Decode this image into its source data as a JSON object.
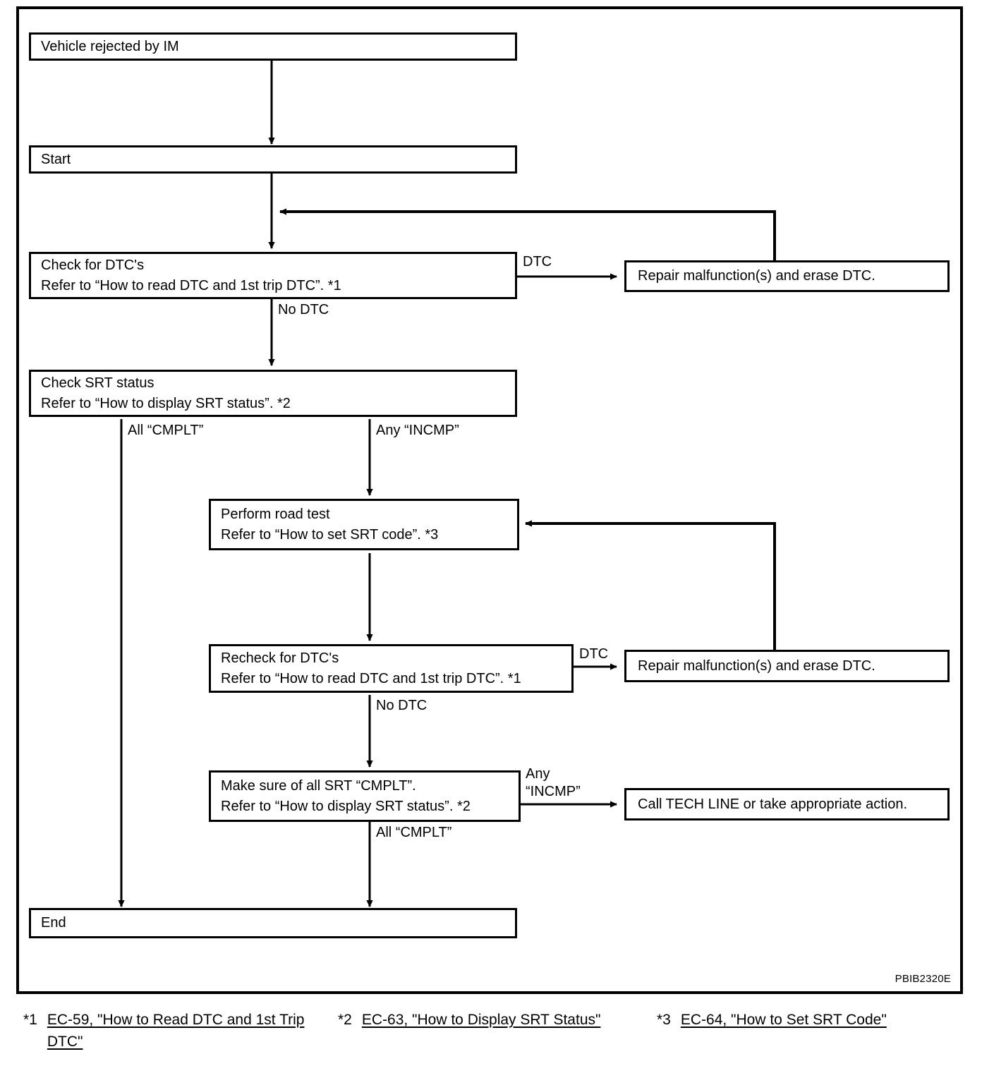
{
  "figure": {
    "plate_code": "PBIB2320E"
  },
  "nodes": {
    "vehicle_rejected": {
      "line1": "Vehicle rejected by IM"
    },
    "start": {
      "line1": "Start"
    },
    "check_dtc": {
      "line1": "Check for DTC's",
      "line2": "Refer to “How to read DTC and 1st trip DTC”. *1"
    },
    "repair_1": {
      "line1": "Repair malfunction(s) and erase DTC."
    },
    "check_srt": {
      "line1": "Check SRT status",
      "line2": "Refer to “How to display SRT status”. *2"
    },
    "road_test": {
      "line1": "Perform road test",
      "line2": "Refer to “How to set SRT code”. *3"
    },
    "recheck_dtc": {
      "line1": "Recheck for DTC's",
      "line2": "Refer to “How to read DTC and 1st trip DTC”. *1"
    },
    "repair_2": {
      "line1": "Repair malfunction(s) and erase DTC."
    },
    "make_sure_srt": {
      "line1": "Make sure of all SRT “CMPLT”.",
      "line2": "Refer to “How to display SRT status”. *2"
    },
    "tech_line": {
      "line1": "Call TECH LINE or take appropriate action."
    },
    "end": {
      "line1": "End"
    }
  },
  "edge_labels": {
    "dtc_1": "DTC",
    "no_dtc_1": "No DTC",
    "all_cmplt_1": "All “CMPLT”",
    "any_incmp_1": "Any “INCMP”",
    "dtc_2": "DTC",
    "no_dtc_2": "No DTC",
    "any_incmp_2_line1": "Any",
    "any_incmp_2_line2": "“INCMP”",
    "all_cmplt_2": "All “CMPLT”"
  },
  "footnotes": [
    {
      "mark": "*1",
      "text": "EC-59, \"How to Read DTC and 1st Trip DTC\""
    },
    {
      "mark": "*2",
      "text": "EC-63, \"How to Display SRT Status\""
    },
    {
      "mark": "*3",
      "text": "EC-64, \"How to Set SRT Code\""
    }
  ]
}
